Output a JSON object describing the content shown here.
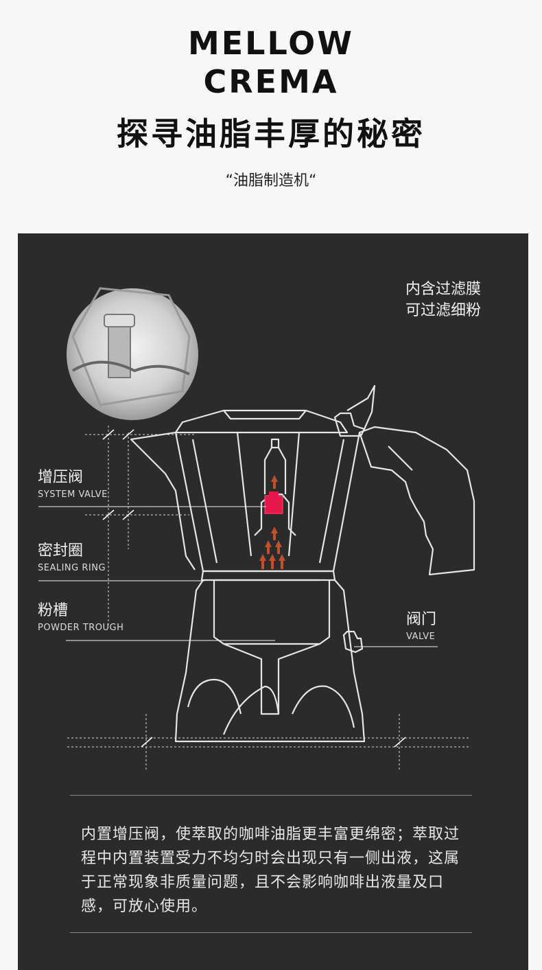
{
  "header": {
    "title_line1": "MELLOW",
    "title_line2": "CREMA",
    "subtitle": "探寻油脂丰厚的秘密",
    "tagline": "“油脂制造机“"
  },
  "diagram": {
    "filter_note_line1": "内含过滤膜",
    "filter_note_line2": "可过滤细粉",
    "labels": [
      {
        "cn": "增压阀",
        "en": "SYSTEM VALVE"
      },
      {
        "cn": "密封圈",
        "en": "SEALING RING"
      },
      {
        "cn": "粉槽",
        "en": "POWDER TROUGH"
      },
      {
        "cn": "阀门",
        "en": "VALVE"
      }
    ],
    "colors": {
      "panel_bg": "#2b2b2b",
      "line": "#e6e6e6",
      "valve_accent": "#e8174a",
      "arrow": "#c0512a"
    }
  },
  "description": "内置增压阀，使萃取的咖啡油脂更丰富更绵密；萃取过程中内置装置受力不均匀时会出现只有一侧出液，这属于正常现象非质量问题，且不会影响咖啡出液量及口感，可放心使用。"
}
